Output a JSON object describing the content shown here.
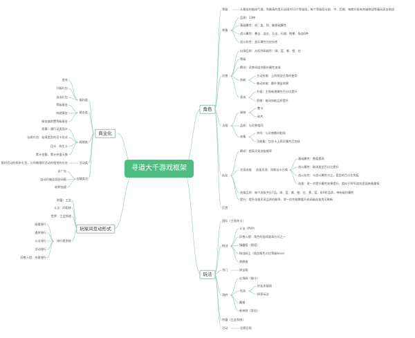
{
  "mindmap": {
    "root": "寻道大千游戏框架",
    "branches": {
      "role": {
        "label": "角色",
        "realm": "等级",
        "realm_desc": "从最低的锻体气境，到最高的登天仙境共13个等级段，每个等级段分前、中、后期，每期升段有突破挑战等着玩家去挑战",
        "equipment": {
          "label": "装备",
          "items": [
            "品质：13种",
            "基础属性：攻、血、防、敏基础属性",
            "战斗属性：暴击、连击、反击、闪避、眩晕、吸血6种",
            "战斗抗性：战斗属性对应抗性"
          ]
        },
        "talent": {
          "label": "灵兽",
          "items": [
            "自身品质：从低到高顺序：绿、蓝、紫、橙、红",
            "等级",
            "羁绊：灵兽间组合额外属性加成"
          ],
          "skill": {
            "label": "技能",
            "items": [
              "主动技能：上阵前战主角时使用",
              "被动技能：额外增益效果"
            ]
          },
          "cultivate": {
            "label": "养成",
            "items": [
              "升级：主角新增属性百分比提升",
              "吞噬：被动技能品质提升"
            ]
          }
        },
        "magic": {
          "label": "法相",
          "cloth": {
            "label": "服装",
            "items": [
              "整卡",
              "碎片"
            ]
          },
          "quality": "品质：与灵兽相同",
          "collect": {
            "label": "收集",
            "items": [
              "共鸣：与灵兽羁绊相同",
              "功能集：包含卡上两灵属性后加成"
            ]
          }
        },
        "companion": {
          "label": "仙友",
          "bond": "羁绊：提高灵宠选拔概率",
          "train": {
            "label": "灵宠选拔",
            "desc": "选拔灵宠：消耗仙卡召唤",
            "items": [
              "基础属性：数值提高",
              "战斗属性：取消类型百分比提升",
              "战斗抗性：与战斗属性对立，类型的百分比免疫",
              "选拔：进一步提升属性效果提升，类似于RPG游戏里面装备重铸"
            ]
          },
          "grade": "选拔品质：每个选拔共分7品，绿、蓝、紫、橙、红、黄、蓝、彩9阶品质，带有级别属性",
          "tip": "提升：提升选拔灵宠品质的概率，除一阶性能需要开启高级选拔用可刷新"
        },
        "other": "后宫"
      },
      "play": {
        "label": "玩法",
        "items_top": [
          "团队（主线关卡）"
        ],
        "challenge": {
          "label": "挑战",
          "items": [
            "斗法（PVP）",
            "异兽入侵：角色的连续副本方式之一",
            "镇魔塔（爬塔）",
            "挑战妖王（挑战角色对应等级boss）",
            "鸦鹊香"
          ]
        },
        "guild": {
          "label": "宗门",
          "items": [
            "探宝殿"
          ]
        },
        "town": {
          "label": "洞府",
          "items": [
            "幻境阁（抽卡）"
          ],
          "sub": {
            "label": "仙友",
            "items": [
              "好友发展线",
              "探索玩法"
            ]
          },
          "extra": [
            "藏格",
            "乾坤袋（背包）"
          ]
        },
        "bottom": [
          "宗盟（工会系统）",
          "活动"
        ],
        "activity_item": "总赛日报"
      },
      "commerce": {
        "label": "商业化",
        "gift": {
          "label": "福利类",
          "items": [
            "首充",
            "开服礼包",
            "自选礼包"
          ]
        },
        "fund": {
          "label": "基金类",
          "items": [
            "等级基金",
            "成就基金",
            "服务器前置等级基金"
          ]
        },
        "cycle": {
          "label": "周期类",
          "items": [
            "招募：通行证类设计",
            "仙境礼包：仙境类型的月卡形式",
            "月卡、终生卡",
            "累计金额、累计充值天数"
          ]
        },
        "event": {
          "label": "活动类",
          "items": [
            "限时活动的周末礼包，与所做限时活动的相关的任务"
          ]
        },
        "ad": {
          "label": "去赚类活",
          "items": [
            "去广告",
            "自动开箱及奖励动画",
            "轮转加速"
          ]
        }
      },
      "social": {
        "label": "玩家间互动形式",
        "trade": {
          "label": "",
          "items": [
            "财富：工会",
            "斗法：同组线",
            "世界、工会频道"
          ]
        },
        "rank": {
          "label": "排行榜系统",
          "items": [
            "阁楼排行",
            "通关排行",
            "斗法排行",
            "活动排行",
            "异兽入侵：伤害排行"
          ]
        }
      }
    }
  }
}
